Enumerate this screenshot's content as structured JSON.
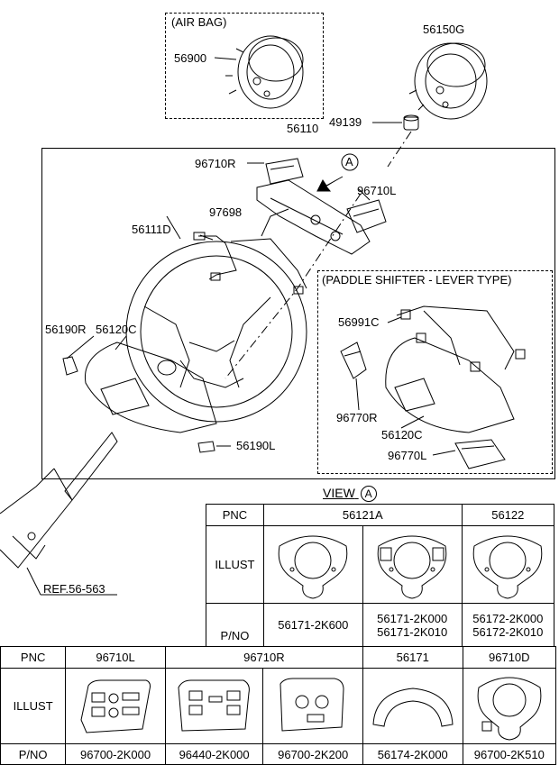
{
  "labels": {
    "airbag_box": "(AIR BAG)",
    "p56900": "56900",
    "p56150G": "56150G",
    "p49139": "49139",
    "p56110": "56110",
    "p96710R": "96710R",
    "p96710L": "96710L",
    "p97698": "97698",
    "p56111D": "56111D",
    "paddle_box": "(PADDLE SHIFTER - LEVER TYPE)",
    "p56991C": "56991C",
    "p56190R": "56190R",
    "p56120C": "56120C",
    "p96770R": "96770R",
    "p56120C_b": "56120C",
    "p96770L": "96770L",
    "p56190L": "56190L",
    "ref": "REF.56-563",
    "view": "VIEW",
    "view_letter": "A",
    "callout_letter": "A"
  },
  "table1": {
    "pnc_label": "PNC",
    "illust_label": "ILLUST",
    "pno_label": "P/NO",
    "col_56121A": "56121A",
    "col_56122": "56122",
    "pno_a": "56171-2K600",
    "pno_b1": "56171-2K000",
    "pno_b2": "56171-2K010",
    "pno_c1": "56172-2K000",
    "pno_c2": "56172-2K010"
  },
  "table2": {
    "pnc_label": "PNC",
    "illust_label": "ILLUST",
    "pno_label": "P/NO",
    "h1": "96710L",
    "h2": "96710R",
    "h3": "56171",
    "h4": "96710D",
    "p1": "96700-2K000",
    "p2": "96440-2K000",
    "p3": "96700-2K200",
    "p4": "56174-2K000",
    "p5": "96700-2K510"
  }
}
